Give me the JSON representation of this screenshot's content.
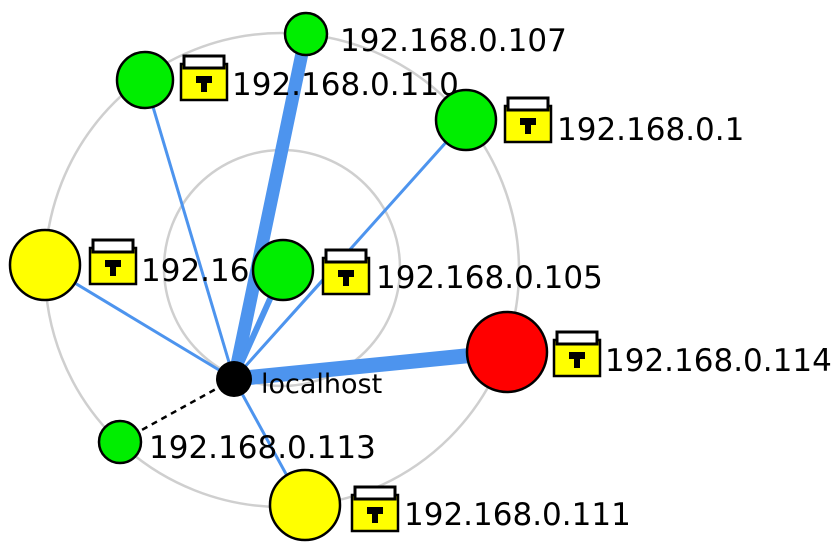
{
  "center": {
    "label": "localhost",
    "color": "#000000"
  },
  "colors": {
    "edge": "#4d94ee",
    "ring": "#cfcfcf",
    "lock_fill": "#ffff00",
    "node_green": "#00ee00",
    "node_yellow": "#ffff00",
    "node_red": "#ff0000"
  },
  "icons": {
    "lock": "padlock-icon"
  },
  "hosts": [
    {
      "id": "h107",
      "label": "192.168.0.107",
      "color": "#00ee00",
      "locked": false,
      "edge": "solid",
      "traffic": 3
    },
    {
      "id": "h110",
      "label": "192.168.0.110",
      "color": "#00ee00",
      "locked": true,
      "edge": "solid",
      "traffic": 1
    },
    {
      "id": "h1",
      "label": "192.168.0.1",
      "color": "#00ee00",
      "locked": true,
      "edge": "solid",
      "traffic": 1
    },
    {
      "id": "hyel",
      "label": "192.16",
      "color": "#ffff00",
      "locked": true,
      "edge": "solid",
      "traffic": 1
    },
    {
      "id": "h105",
      "label": "192.168.0.105",
      "color": "#00ee00",
      "locked": true,
      "edge": "solid",
      "traffic": 2
    },
    {
      "id": "h114",
      "label": "192.168.0.114",
      "color": "#ff0000",
      "locked": true,
      "edge": "solid",
      "traffic": 3
    },
    {
      "id": "h113",
      "label": "192.168.0.113",
      "color": "#00ee00",
      "locked": false,
      "edge": "dashed",
      "traffic": 1
    },
    {
      "id": "h111",
      "label": "192.168.0.111",
      "color": "#ffff00",
      "locked": true,
      "edge": "solid",
      "traffic": 1
    }
  ]
}
